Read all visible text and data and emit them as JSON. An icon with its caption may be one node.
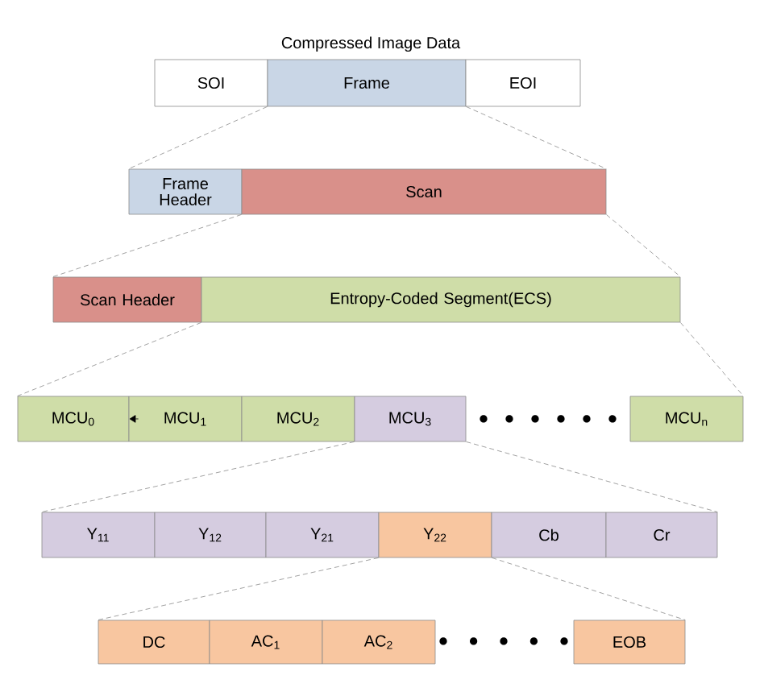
{
  "diagram": {
    "title": "Compressed Image Data",
    "nodes": [
      {
        "text": [
          "SOI"
        ]
      },
      {
        "text": [
          "Frame"
        ]
      },
      {
        "text": [
          "EOI"
        ]
      },
      {
        "text": [
          "Frame Header"
        ]
      },
      {
        "text": [
          "Scan"
        ]
      },
      {
        "text": [
          "Scan Header"
        ]
      },
      {
        "text": [
          "Entropy-Coded Segment(ECS)"
        ]
      },
      {
        "text": [
          "MCU$_{0}$"
        ]
      },
      {
        "text": [
          "MCU$_{1}$"
        ]
      },
      {
        "text": [
          "MCU$_{2}$"
        ]
      },
      {
        "text": [
          "MCU$_{3}$"
        ]
      },
      {
        "text": [
          "MCU$_{n}$"
        ]
      },
      {
        "text": [
          "Y$_{11}$"
        ]
      },
      {
        "text": [
          "Y$_{12}$"
        ]
      },
      {
        "text": [
          "Y$_{21}$"
        ]
      },
      {
        "text": [
          "Y$_{22}$"
        ]
      },
      {
        "text": [
          "Cb"
        ]
      },
      {
        "text": [
          "Cr"
        ]
      },
      {
        "text": [
          "DC"
        ]
      },
      {
        "text": [
          "AC$_{1}$"
        ]
      },
      {
        "text": [
          "AC$_{2}$"
        ]
      },
      {
        "text": [
          "EOB"
        ]
      }
    ],
    "edges": [
      {
        "from": 1,
        "to": 3,
        "arrow": "none",
        "style": "dashed"
      },
      {
        "from": 1,
        "to": 4,
        "arrow": "none",
        "style": "dashed"
      },
      {
        "from": 4,
        "to": 5,
        "arrow": "none",
        "style": "dashed"
      },
      {
        "from": 4,
        "to": 6,
        "arrow": "none",
        "style": "dashed"
      },
      {
        "from": 6,
        "to": 7,
        "arrow": "none",
        "style": "dashed"
      },
      {
        "from": 6,
        "to": 11,
        "arrow": "none",
        "style": "dashed"
      },
      {
        "from": 10,
        "to": 12,
        "arrow": "none",
        "style": "dashed"
      },
      {
        "from": 10,
        "to": 17,
        "arrow": "none",
        "style": "dashed"
      },
      {
        "from": 15,
        "to": 18,
        "arrow": "none",
        "style": "dashed"
      },
      {
        "from": 15,
        "to": 21,
        "arrow": "none",
        "style": "dashed"
      },
      {
        "from": 8,
        "to": 7,
        "arrow": "to",
        "color": "#000000"
      }
    ]
  }
}
